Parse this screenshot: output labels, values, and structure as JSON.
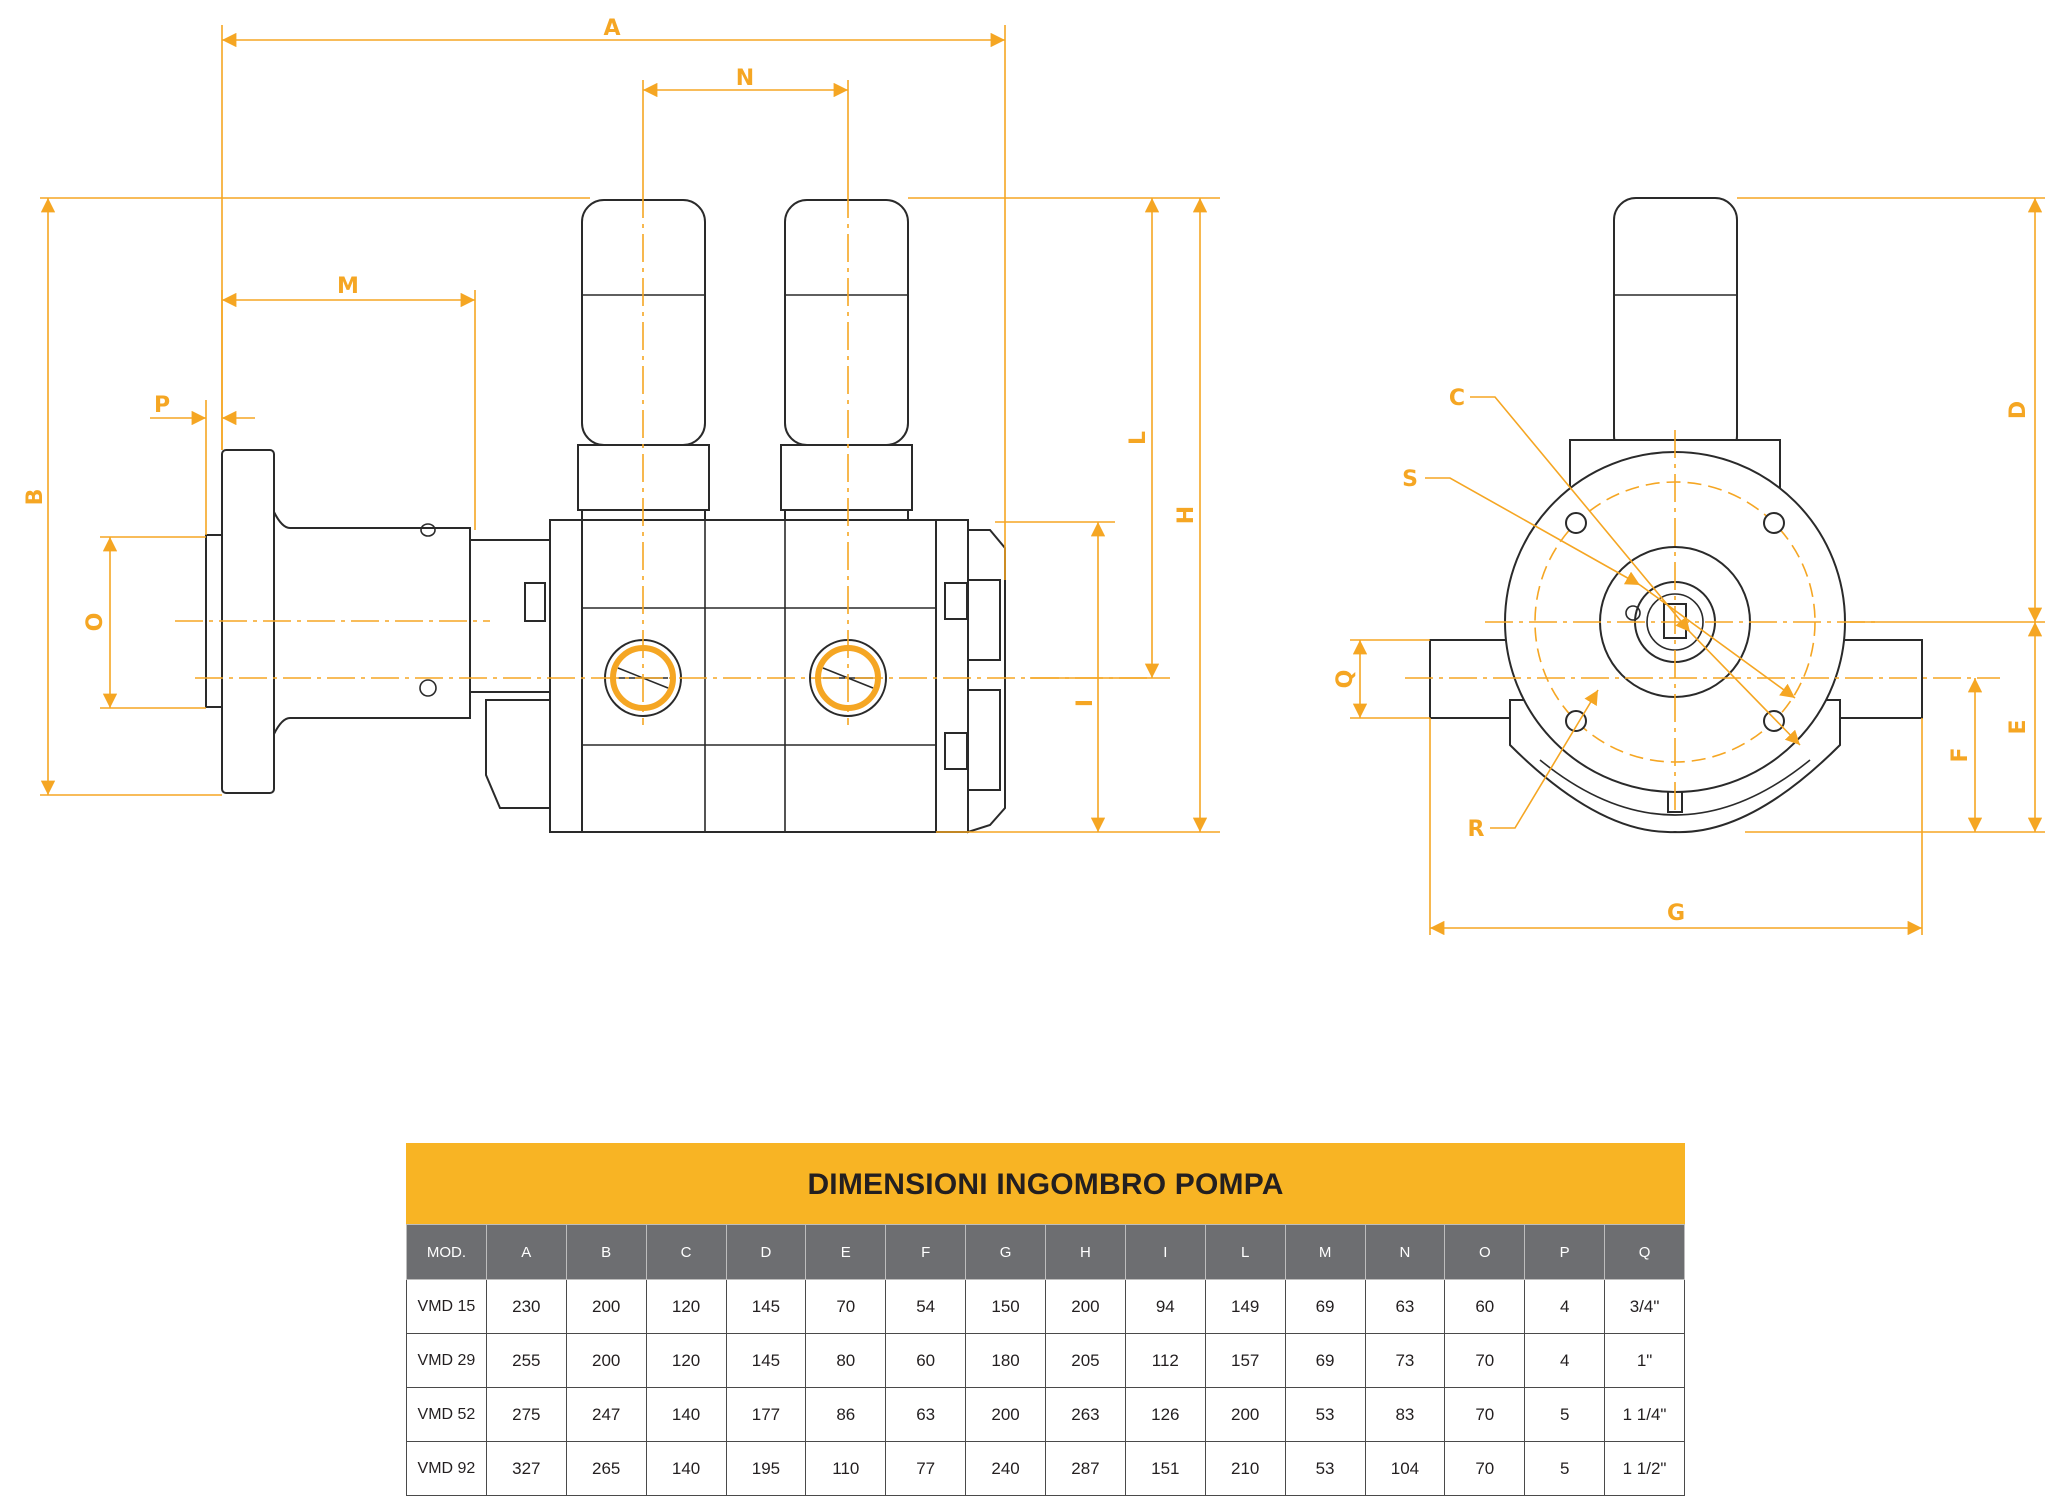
{
  "table": {
    "title": "DIMENSIONI INGOMBRO POMPA",
    "headers": [
      "MOD.",
      "A",
      "B",
      "C",
      "D",
      "E",
      "F",
      "G",
      "H",
      "I",
      "L",
      "M",
      "N",
      "O",
      "P",
      "Q"
    ],
    "rows": [
      [
        "VMD 15",
        "230",
        "200",
        "120",
        "145",
        "70",
        "54",
        "150",
        "200",
        "94",
        "149",
        "69",
        "63",
        "60",
        "4",
        "3/4\""
      ],
      [
        "VMD 29",
        "255",
        "200",
        "120",
        "145",
        "80",
        "60",
        "180",
        "205",
        "112",
        "157",
        "69",
        "73",
        "70",
        "4",
        "1\""
      ],
      [
        "VMD 52",
        "275",
        "247",
        "140",
        "177",
        "86",
        "63",
        "200",
        "263",
        "126",
        "200",
        "53",
        "83",
        "70",
        "5",
        "1 1/4\""
      ],
      [
        "VMD 92",
        "327",
        "265",
        "140",
        "195",
        "110",
        "77",
        "240",
        "287",
        "151",
        "210",
        "53",
        "104",
        "70",
        "5",
        "1 1/2\""
      ]
    ]
  },
  "diagram": {
    "labels": {
      "A": "A",
      "B": "B",
      "C": "C",
      "D": "D",
      "E": "E",
      "F": "F",
      "G": "G",
      "H": "H",
      "I": "I",
      "L": "L",
      "M": "M",
      "N": "N",
      "O": "O",
      "P": "P",
      "Q": "Q",
      "R": "R",
      "S": "S"
    },
    "colors": {
      "dimension": "#f5a623",
      "outline": "#2a2a2a",
      "header_bar": "#f8b424",
      "table_header": "#6d6e71"
    }
  }
}
